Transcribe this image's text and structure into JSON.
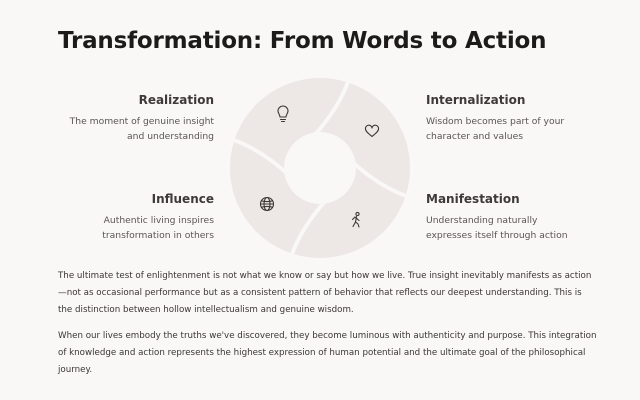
{
  "title": "Transformation: From Words to Action",
  "colors": {
    "background": "#f9f8f7",
    "segment_fill": "#ede7e5",
    "segment_gap": "#f9f8f7",
    "icon_stroke": "#3b3735",
    "heading": "#3e3a37",
    "text": "#5a5552"
  },
  "stages": [
    {
      "heading": "Realization",
      "description_lines": [
        "The moment of genuine insight",
        "and understanding"
      ],
      "icon": "lightbulb-icon"
    },
    {
      "heading": "Internalization",
      "description_lines": [
        "Wisdom becomes part of your",
        "character and values"
      ],
      "icon": "heart-icon"
    },
    {
      "heading": "Manifestation",
      "description_lines": [
        "Understanding naturally",
        "expresses itself through action"
      ],
      "icon": "walking-person-icon"
    },
    {
      "heading": "Influence",
      "description_lines": [
        "Authentic living inspires",
        "transformation in others"
      ],
      "icon": "globe-icon"
    }
  ],
  "paragraphs": [
    "The ultimate test of enlightenment is not what we know or say but how we live. True insight inevitably manifests as action—not as occasional performance but as a consistent pattern of behavior that reflects our deepest understanding. This is the distinction between hollow intellectualism and genuine wisdom.",
    "When our lives embody the truths we've discovered, they become luminous with authenticity and purpose. This integration of knowledge and action represents the highest expression of human potential and the ultimate goal of the philosophical journey."
  ]
}
